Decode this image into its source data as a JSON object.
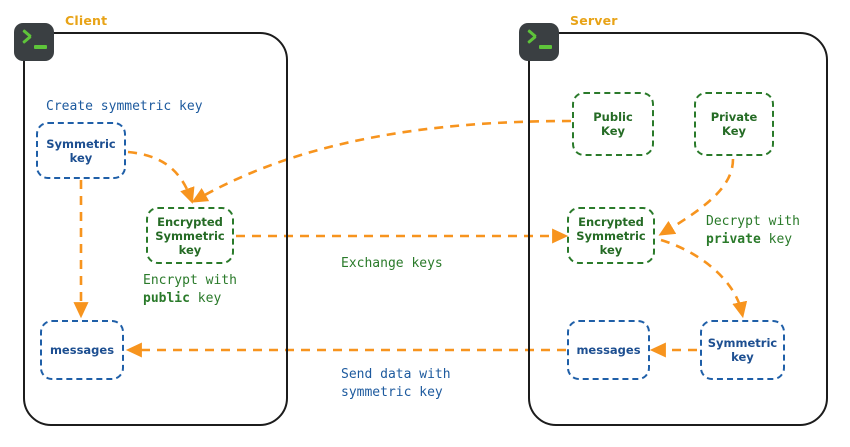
{
  "diagram": {
    "title": "TLS hybrid encryption handshake diagram",
    "colors": {
      "accent_orange": "#f7941e",
      "label_amber": "#e8a317",
      "blue": "#1d4f91",
      "green": "#256b25",
      "container_stroke": "#1c1c1c",
      "terminal_bg": "#3a3f42",
      "terminal_glyph": "#5ec43a"
    }
  },
  "client": {
    "title": "Client",
    "icon": "terminal-icon",
    "annotations": {
      "create_key": "Create symmetric key",
      "encrypt_line1": "Encrypt with",
      "encrypt_bold": "public",
      "encrypt_line2_tail": " key"
    },
    "boxes": [
      {
        "id": "client-symmetric-key",
        "label": "Symmetric\nkey",
        "color": "blue"
      },
      {
        "id": "client-encrypted-symmetric-key",
        "label": "Encrypted\nSymmetric\nkey",
        "color": "green"
      },
      {
        "id": "client-messages",
        "label": "messages",
        "color": "blue"
      }
    ]
  },
  "server": {
    "title": "Server",
    "icon": "terminal-icon",
    "annotations": {
      "decrypt_line1": "Decrypt with",
      "decrypt_bold": "private",
      "decrypt_line2_tail": " key"
    },
    "boxes": [
      {
        "id": "server-public-key",
        "label": "Public\nKey",
        "color": "green"
      },
      {
        "id": "server-private-key",
        "label": "Private\nKey",
        "color": "green"
      },
      {
        "id": "server-encrypted-symmetric-key",
        "label": "Encrypted\nSymmetric\nkey",
        "color": "green"
      },
      {
        "id": "server-messages",
        "label": "messages",
        "color": "blue"
      },
      {
        "id": "server-symmetric-key",
        "label": "Symmetric\nkey",
        "color": "blue"
      }
    ]
  },
  "middle": {
    "exchange_keys": "Exchange keys",
    "send_data_line1": "Send data with",
    "send_data_line2": "symmetric key"
  }
}
